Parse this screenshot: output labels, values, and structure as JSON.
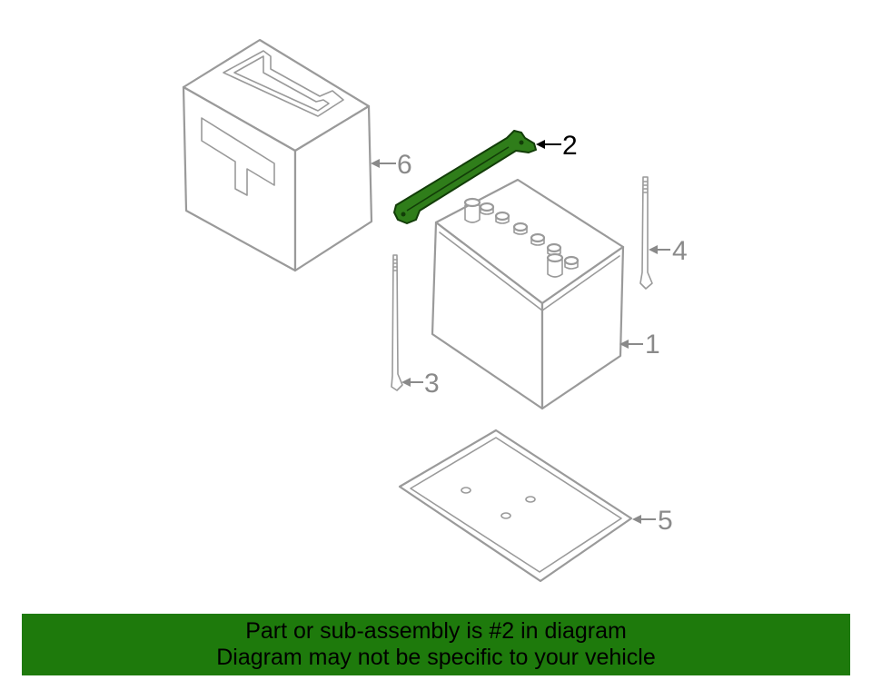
{
  "callouts": {
    "c1": "1",
    "c2": "2",
    "c3": "3",
    "c4": "4",
    "c5": "5",
    "c6": "6"
  },
  "banner": {
    "line1": "Part or sub-assembly is #2 in diagram",
    "line2": "Diagram may not be specific to your vehicle"
  },
  "colors": {
    "highlight": "#2f7d1a",
    "banner": "#1e7a0c",
    "line_art": "#9a9a9a"
  }
}
